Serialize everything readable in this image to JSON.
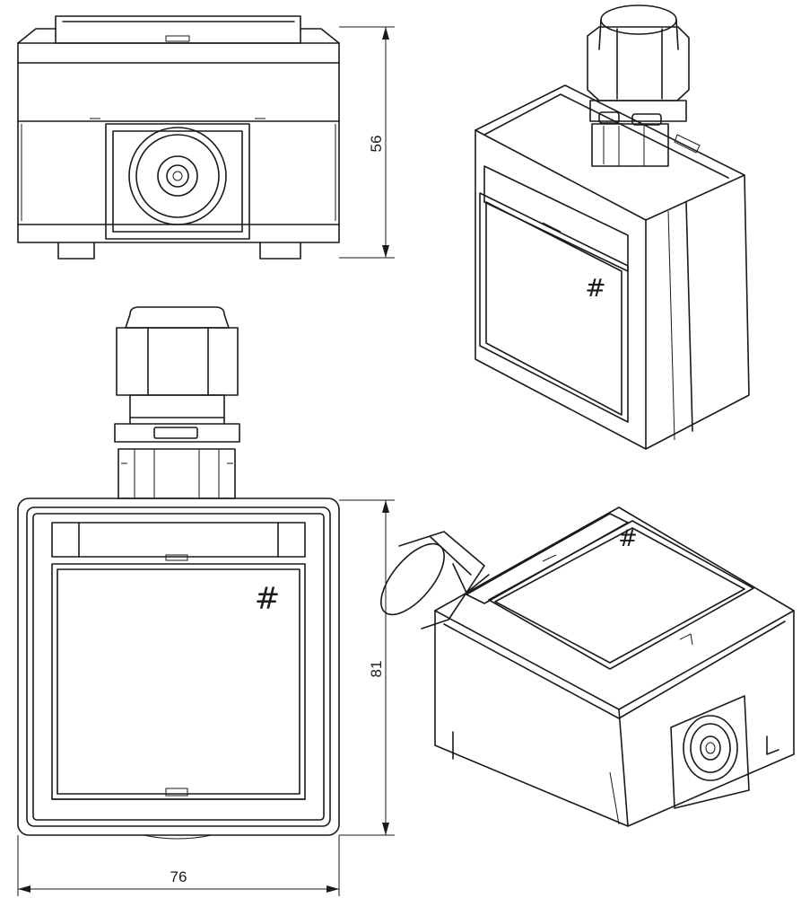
{
  "dimensions": {
    "height_top_view": "56",
    "height_front_view": "81",
    "width_front_view": "76"
  },
  "symbols": {
    "front_mark": "#",
    "iso_right_mark": "#",
    "iso_bottom_mark": "#"
  },
  "colors": {
    "line": "#1a1a1a",
    "background": "#ffffff"
  }
}
